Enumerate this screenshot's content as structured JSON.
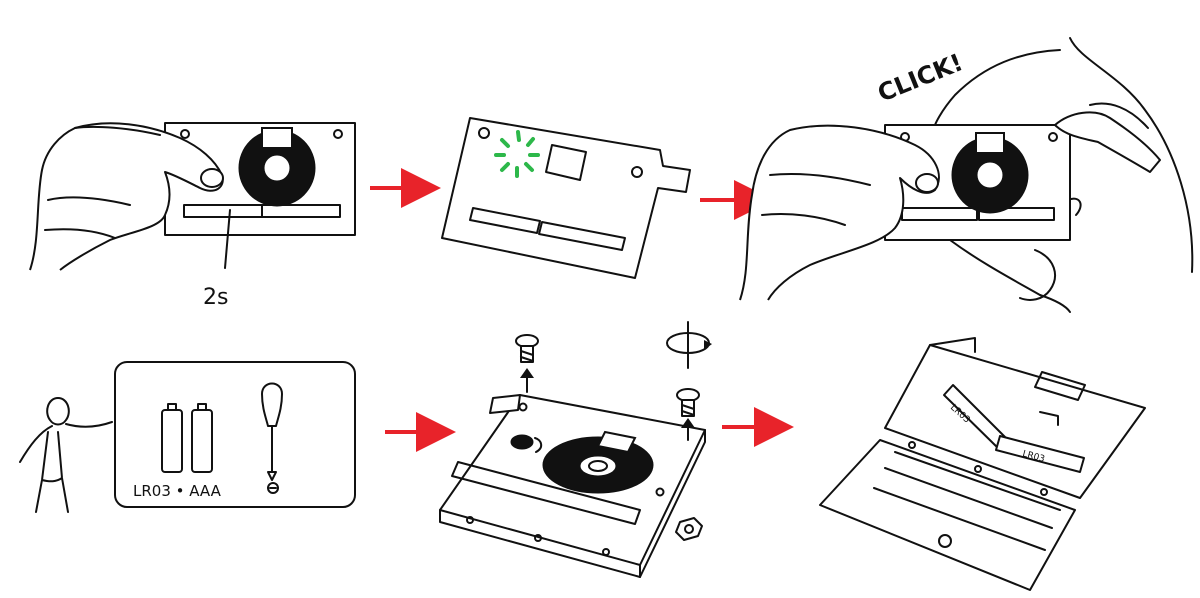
{
  "steps": {
    "step1": {
      "duration_label": "2s"
    },
    "step3": {
      "sound_label": "CLICK!"
    },
    "step4": {
      "battery_label": "LR03 • AAA"
    },
    "step6": {
      "battery_text_1": "LR03",
      "battery_text_2": "LR03"
    }
  },
  "colors": {
    "arrow": "#e8232a",
    "indicator_light": "#2db84a",
    "ink": "#111111"
  },
  "icons": [
    "arrow-right-icon",
    "arrow-up-icon",
    "screwdriver-icon",
    "screw-icon",
    "nut-icon",
    "battery-icon",
    "person-icon",
    "rotate-icon"
  ]
}
